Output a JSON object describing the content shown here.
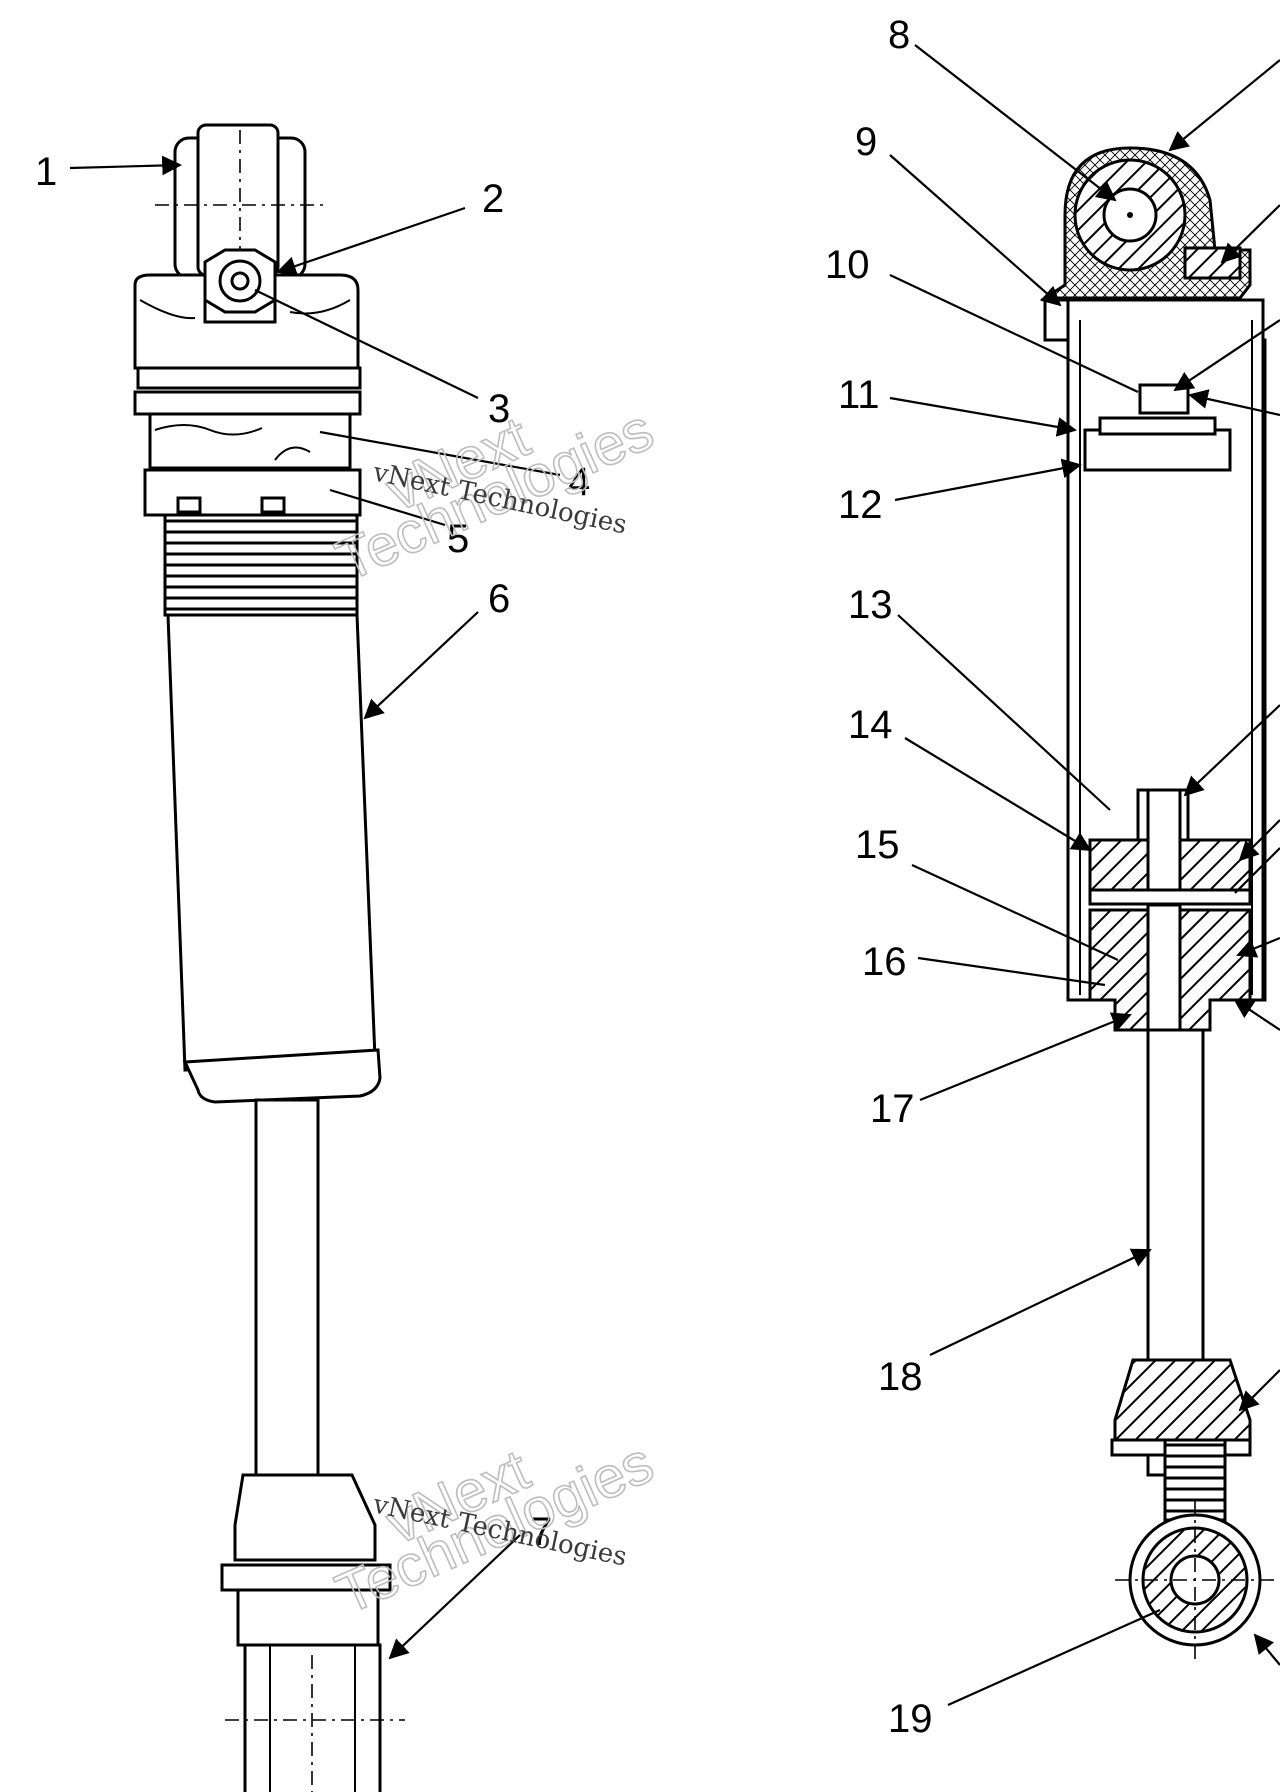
{
  "diagram": {
    "callouts": [
      {
        "id": "1",
        "label": "1"
      },
      {
        "id": "2",
        "label": "2"
      },
      {
        "id": "3",
        "label": "3"
      },
      {
        "id": "4",
        "label": "4"
      },
      {
        "id": "5",
        "label": "5"
      },
      {
        "id": "6",
        "label": "6"
      },
      {
        "id": "7",
        "label": "7"
      },
      {
        "id": "8",
        "label": "8"
      },
      {
        "id": "9",
        "label": "9"
      },
      {
        "id": "10",
        "label": "10"
      },
      {
        "id": "11",
        "label": "11"
      },
      {
        "id": "12",
        "label": "12"
      },
      {
        "id": "13",
        "label": "13"
      },
      {
        "id": "14",
        "label": "14"
      },
      {
        "id": "15",
        "label": "15"
      },
      {
        "id": "16",
        "label": "16"
      },
      {
        "id": "17",
        "label": "17"
      },
      {
        "id": "18",
        "label": "18"
      },
      {
        "id": "19",
        "label": "19"
      }
    ],
    "watermark": {
      "brand_line_1": "vNext",
      "brand_line_2": "Technologies",
      "caption": "vNext Technologies"
    }
  }
}
